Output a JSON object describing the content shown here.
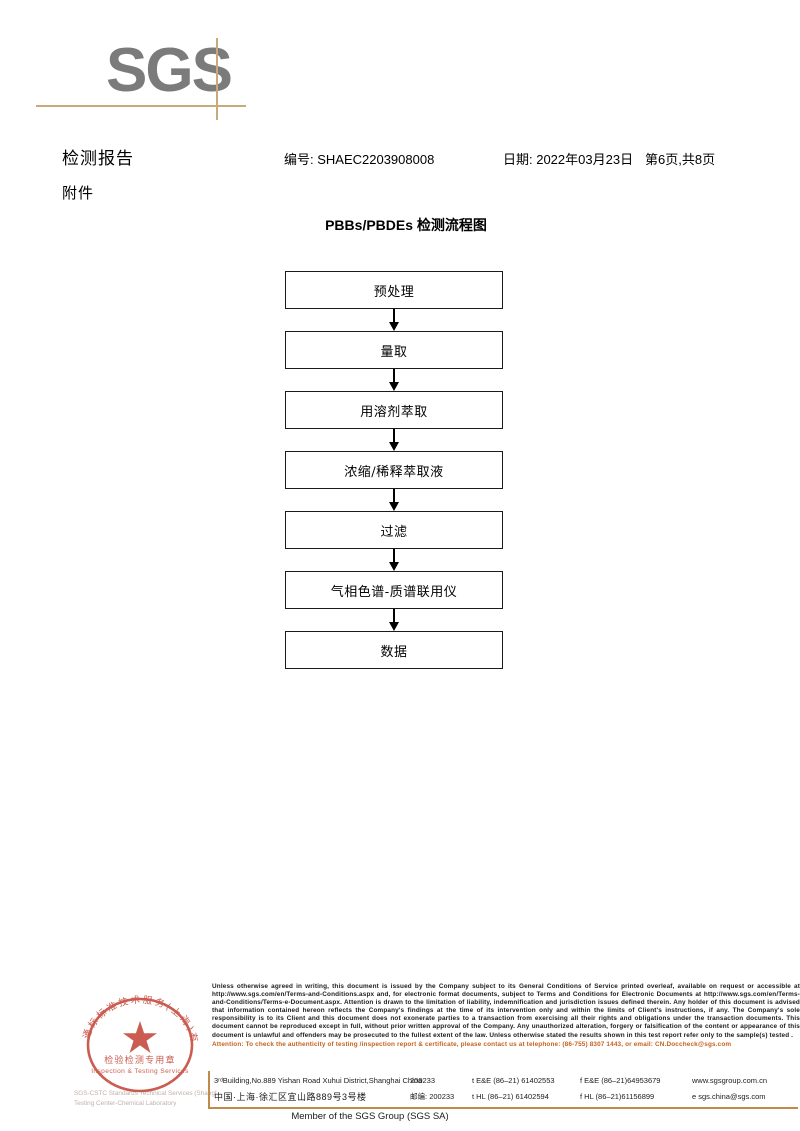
{
  "logo": {
    "wordmark": "SGS"
  },
  "header": {
    "doc_title": "检测报告",
    "doc_subtitle": "附件",
    "report_no": "编号: SHAEC2203908008",
    "date": "日期: 2022年03月23日",
    "page": "第6页,共8页"
  },
  "flowchart": {
    "title": "PBBs/PBDEs 检测流程图",
    "steps": [
      {
        "label": "预处理"
      },
      {
        "label": "量取"
      },
      {
        "label": "用溶剂萃取"
      },
      {
        "label": "浓缩/稀释萃取液"
      },
      {
        "label": "过滤"
      },
      {
        "label": "气相色谱-质谱联用仪"
      },
      {
        "label": "数据"
      }
    ]
  },
  "stamp": {
    "outer_text_cn": "通标标准技术服务(上海)有限公司",
    "center_text_cn": "检验检测专用章",
    "center_text_en": "Inspection & Testing Services",
    "under_text_1": "SGS-CSTC Standards Technical Services (Shanghai) Co., Ltd.",
    "under_text_2": "Testing Center-Chemical Laboratory",
    "color": "#c0392b"
  },
  "footer": {
    "legal_text": "Unless otherwise agreed in writing, this document is issued by the Company subject to its General Conditions of Service printed overleaf, available on request or accessible at http://www.sgs.com/en/Terms-and-Conditions.aspx and, for electronic format documents, subject to Terms and Conditions for Electronic Documents at http://www.sgs.com/en/Terms-and-Conditions/Terms-e-Document.aspx. Attention is drawn to the limitation of liability, indemnification and jurisdiction issues defined therein. Any holder of this document is advised that information contained hereon reflects the Company's findings at the time of its intervention only and within the limits of Client's instructions, if any. The Company's sole responsibility is to its Client and this document does not exonerate parties to a transaction from exercising all their rights and obligations under the transaction documents. This document cannot be reproduced except in full, without prior written approval of the Company. Any unauthorized alteration, forgery or falsification of the content or appearance of this document is unlawful and offenders may be prosecuted to the fullest extent of the law. Unless otherwise stated the results shown in this test report refer only to the sample(s) tested .",
    "attention_text": "Attention: To check the authenticity of testing /inspection report & certificate, please contact us at telephone: (86-755) 8307 1443, or email: CN.Doccheck@sgs.com",
    "attention_color": "#c4631d",
    "address_en": "3ʳᵈBuilding,No.889 Yishan Road Xuhui District,Shanghai China",
    "address_cn": "中国·上海·徐汇区宜山路889号3号楼",
    "postcode_en": "200233",
    "postcode_cn_label": "邮编:",
    "postcode_cn": "200233",
    "tel_ee_1": "t E&E (86–21) 61402553",
    "tel_ee_2": "f E&E (86–21)64953679",
    "tel_hl_1": "t HL (86–21) 61402594",
    "tel_hl_2": "f HL (86–21)61156899",
    "web": "www.sgsgroup.com.cn",
    "email_prefix": "e",
    "email": "sgs.china@sgs.com",
    "member_line": "Member of the SGS Group (SGS SA)"
  }
}
